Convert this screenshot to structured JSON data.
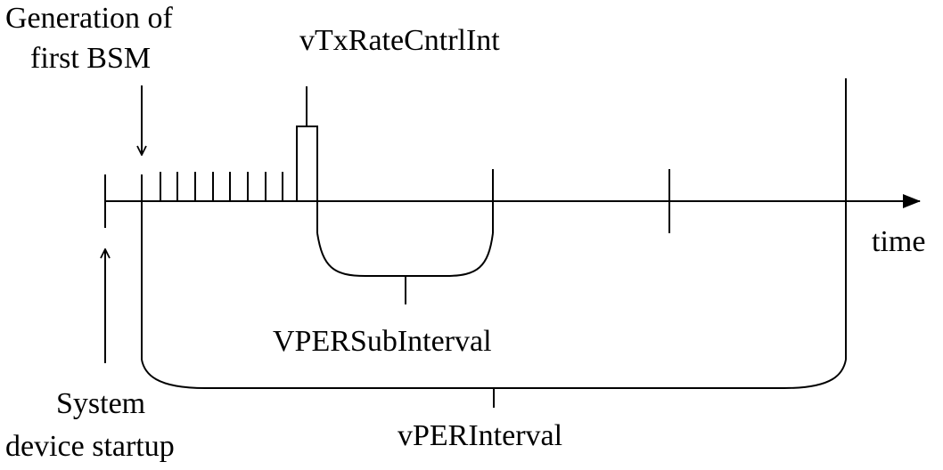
{
  "labels": {
    "generation_line1": "Generation of",
    "generation_line2": "first BSM",
    "tx_rate": "vTxRateCntrlInt",
    "time": "time",
    "sub_interval": "VPERSubInterval",
    "system_line1": "System",
    "system_line2": "device startup",
    "per_interval": "vPERInterval"
  },
  "colors": {
    "stroke": "#000000",
    "text": "#000000",
    "background": "#ffffff"
  }
}
